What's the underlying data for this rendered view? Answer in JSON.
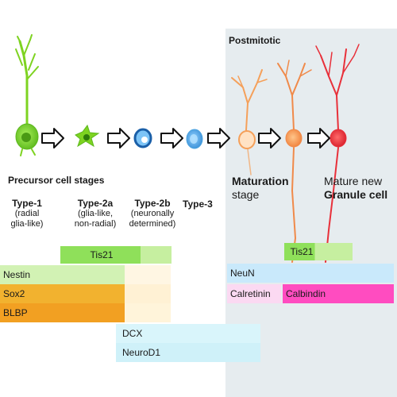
{
  "headings": {
    "postmitotic": "Postmitotic",
    "precursor_stages": "Precursor cell stages",
    "maturation": [
      "Maturation",
      "stage"
    ],
    "mature": [
      "Mature new",
      "Granule cell"
    ]
  },
  "cell_types": [
    {
      "name": "Type-1",
      "desc": [
        "(radial",
        "glia-like)"
      ]
    },
    {
      "name": "Type-2a",
      "desc": [
        "(glia-like,",
        "non-radial)"
      ]
    },
    {
      "name": "Type-2b",
      "desc": [
        "(neuronally",
        "determined)"
      ]
    },
    {
      "name": "Type-3",
      "desc": []
    }
  ],
  "markers": {
    "tis21_a": "Tis21",
    "tis21_b": "Tis21",
    "nestin": "Nestin",
    "sox2": "Sox2",
    "blbp": "BLBP",
    "neun": "NeuN",
    "calretinin": "Calretinin",
    "calbindin": "Calbindin",
    "dcx": "DCX",
    "neurod1": "NeuroD1"
  },
  "colors": {
    "postmitotic_bg": "#e6ecef",
    "green_cell": "#7ed321",
    "green_dark": "#4a9a14",
    "blue_cell": "#4aa3e0",
    "blue_dark": "#1a5fa8",
    "orange_cell": "#f5a05a",
    "red_cell": "#e8303a",
    "tis21": "#8fe05a",
    "tis21_fade": "#d6f3b8",
    "nestin": "#d2f2b4",
    "sox2": "#f2b22f",
    "blbp": "#f2a022",
    "fade": "#fff4da",
    "dcx": "#d9f5fb",
    "neurod1": "#cff1f9",
    "neun": "#c9e9fb",
    "calretinin": "#fbd9f2",
    "calbindin": "#ff4cc0"
  }
}
